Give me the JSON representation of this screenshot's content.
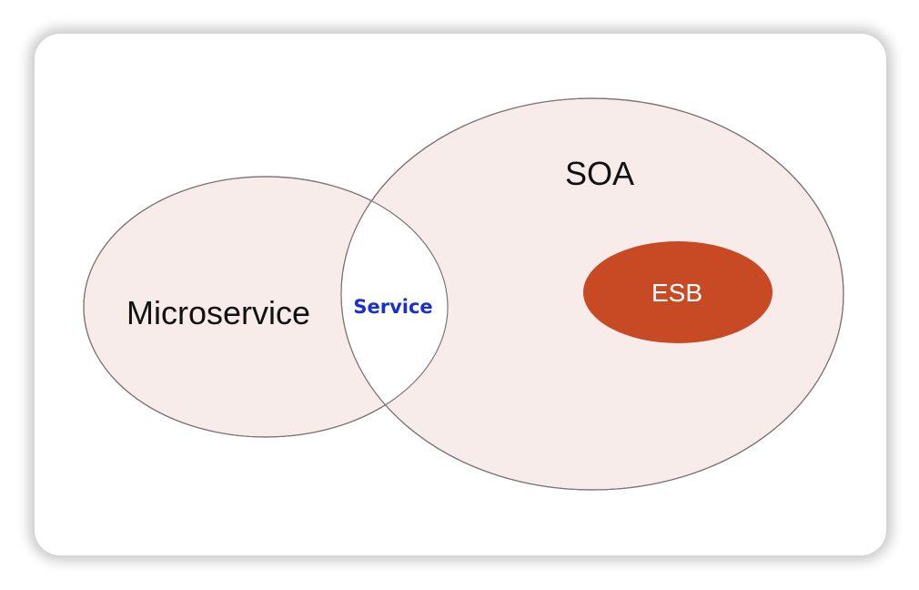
{
  "diagram": {
    "labels": {
      "microservice": "Microservice",
      "soa": "SOA",
      "service": "Service",
      "esb": "ESB"
    },
    "colors": {
      "region_fill": "#f8ecea",
      "outline": "#7a7473",
      "intersection_fill": "#ffffff",
      "service_text": "#1a2fd0",
      "esb_fill": "#c84a24",
      "esb_text": "#ffffff"
    }
  }
}
